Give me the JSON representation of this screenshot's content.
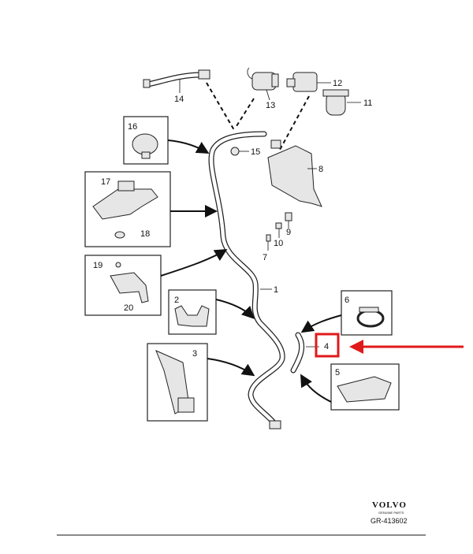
{
  "callouts": {
    "c1": "1",
    "c2": "2",
    "c3": "3",
    "c4": "4",
    "c5": "5",
    "c6": "6",
    "c7": "7",
    "c8": "8",
    "c9": "9",
    "c10": "10",
    "c11": "11",
    "c12": "12",
    "c13": "13",
    "c14": "14",
    "c15": "15",
    "c16": "16",
    "c17": "17",
    "c18": "18",
    "c19": "19",
    "c20": "20"
  },
  "footer": {
    "brand": "VOLVO",
    "brand_sub": "GENUINE PARTS",
    "code": "GR-413602"
  },
  "colors": {
    "highlight": "#e0191b",
    "line": "#222222"
  }
}
